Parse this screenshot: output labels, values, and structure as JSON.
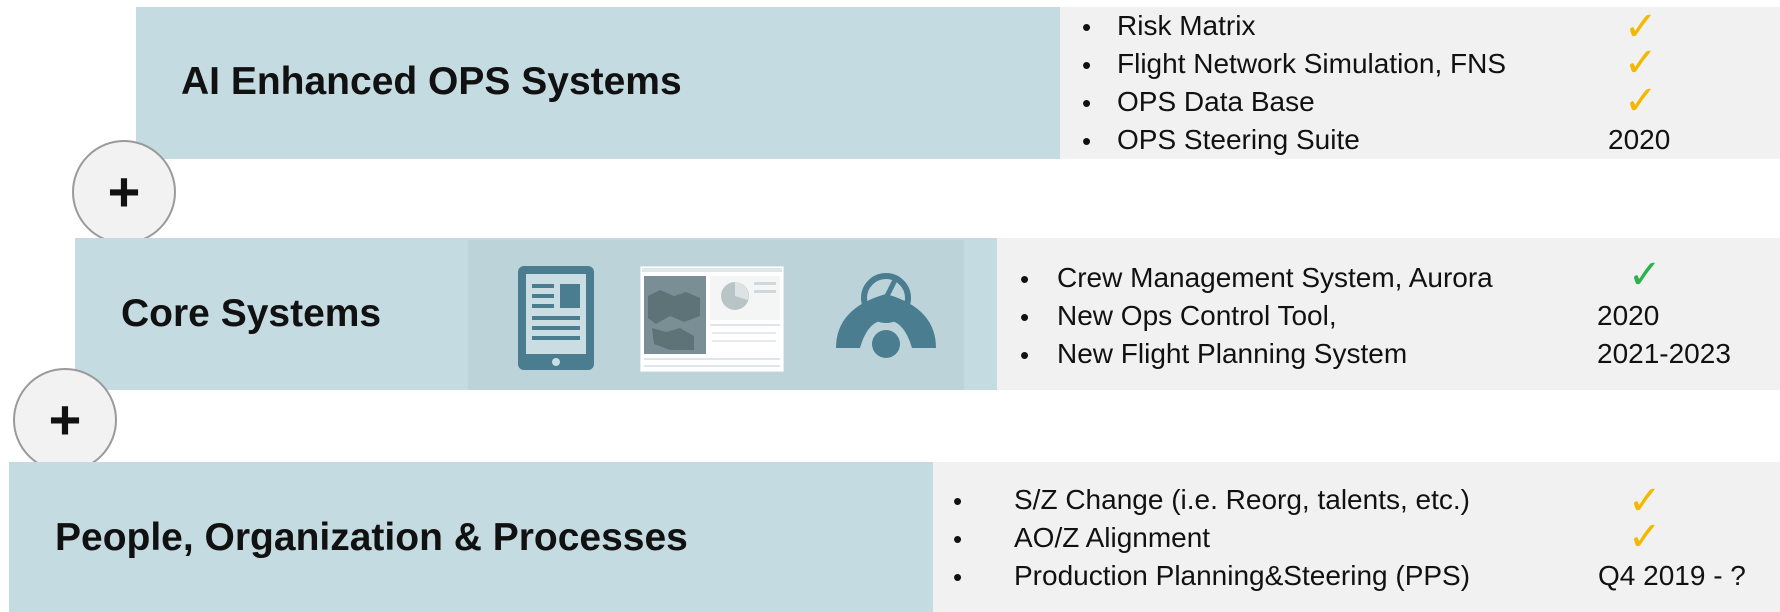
{
  "colors": {
    "band": "#c4dbe1",
    "panel": "#f1f1f1",
    "check_yellow": "#f5b800",
    "check_green": "#2bb24c",
    "icon": "#4a7d8f"
  },
  "connectors": [
    "+",
    "+"
  ],
  "sections": [
    {
      "title": "AI Enhanced OPS Systems",
      "items": [
        {
          "bullet": "•",
          "label": "Risk Matrix",
          "status": "",
          "check": "✓",
          "check_color": "yellow"
        },
        {
          "bullet": "•",
          "label": "Flight Network Simulation, FNS",
          "status": "",
          "check": "✓",
          "check_color": "yellow"
        },
        {
          "bullet": "•",
          "label": "OPS Data Base",
          "status": "",
          "check": "✓",
          "check_color": "yellow"
        },
        {
          "bullet": "•",
          "label": "OPS Steering Suite",
          "status": "2020",
          "check": "",
          "check_color": ""
        }
      ]
    },
    {
      "title": "Core Systems",
      "icons": [
        "tablet-icon",
        "dashboard-screenshot-icon",
        "gauge-icon"
      ],
      "items": [
        {
          "bullet": "•",
          "label": "Crew Management System, Aurora",
          "status": "",
          "check": "✓",
          "check_color": "green"
        },
        {
          "bullet": "•",
          "label": "New Ops Control Tool,",
          "status": "2020",
          "check": "",
          "check_color": ""
        },
        {
          "bullet": "•",
          "label": "New Flight Planning System",
          "status": "2021-2023",
          "check": "",
          "check_color": ""
        }
      ]
    },
    {
      "title": "People, Organization & Processes",
      "items": [
        {
          "bullet": "•",
          "label": "S/Z Change (i.e. Reorg, talents, etc.)",
          "status": "",
          "check": "✓",
          "check_color": "yellow"
        },
        {
          "bullet": "•",
          "label": "AO/Z Alignment",
          "status": "",
          "check": "✓",
          "check_color": "yellow"
        },
        {
          "bullet": "•",
          "label": "Production Planning&Steering (PPS)",
          "status": "Q4 2019 - ?",
          "check": "",
          "check_color": ""
        }
      ]
    }
  ]
}
